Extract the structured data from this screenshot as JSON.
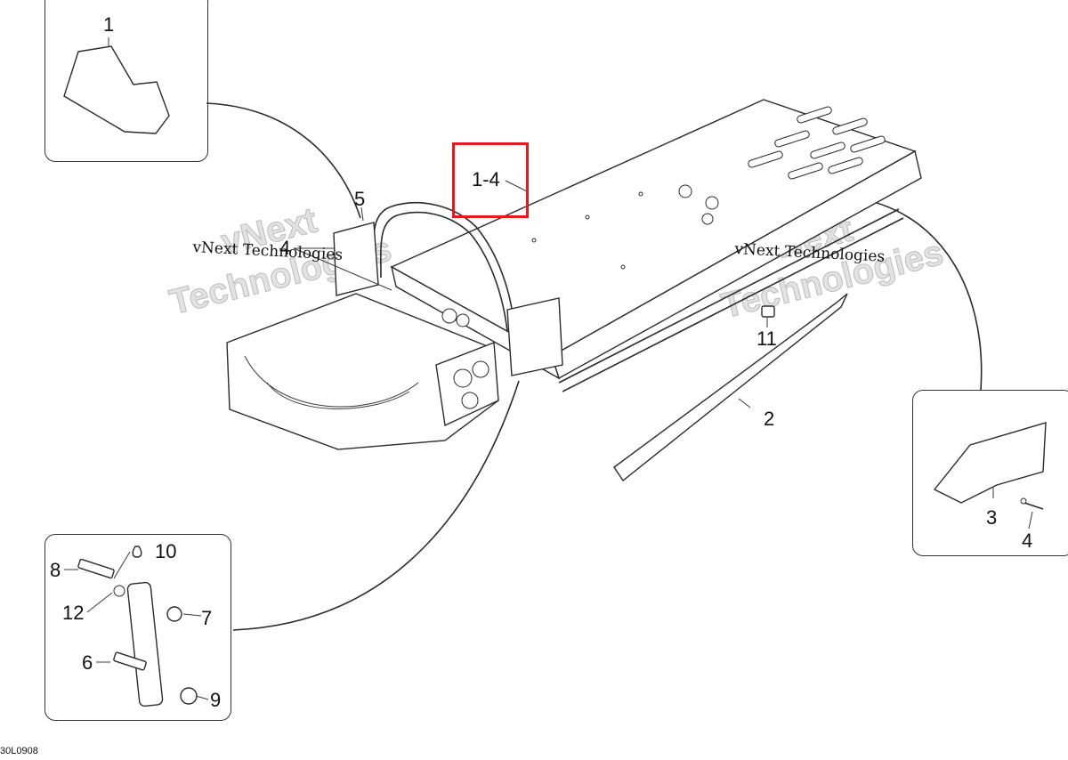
{
  "diagram": {
    "highlight_label": "1-4",
    "callouts": {
      "c1": "1",
      "c2": "2",
      "c3": "3",
      "c4_left": "4",
      "c4_right": "4",
      "c5": "5",
      "c6": "6",
      "c7": "7",
      "c8": "8",
      "c9": "9",
      "c10": "10",
      "c11": "11",
      "c12": "12"
    },
    "watermark_text": "vNext Technologies",
    "watermark_ghost_line1": "vNext",
    "watermark_ghost_line2": "Technologies",
    "figure_code": "30L0908",
    "highlight_color": "#e5191e"
  }
}
